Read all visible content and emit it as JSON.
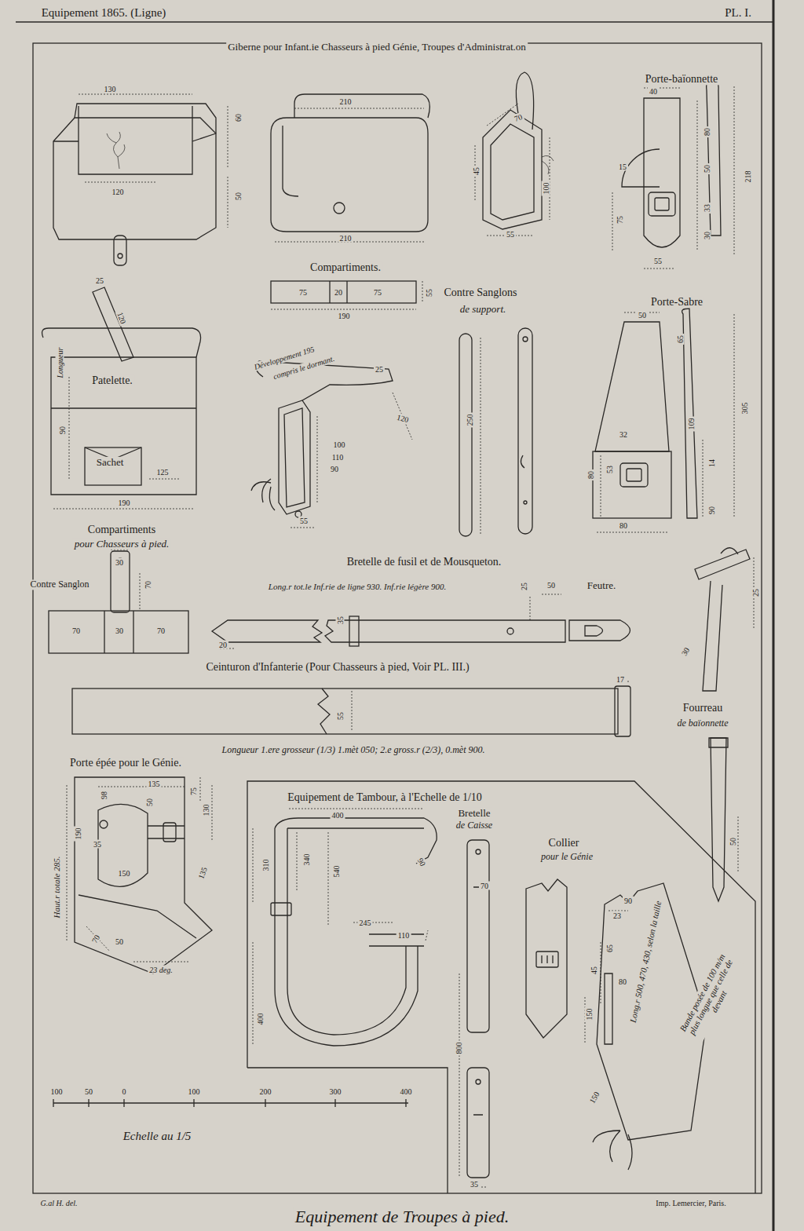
{
  "diagram": {
    "title": "Equipement 1865. (Ligne)",
    "caption": "Equipement de Troupes à pied.",
    "labels": [
      "PL. I.",
      "Giberne pour Infant.ie Chasseurs à pied Génie, Troupes d'Administrat.on",
      "Porte-baïonnette",
      "130",
      "60",
      "120",
      "50",
      "210",
      "210",
      "70",
      "45",
      "100",
      "55",
      "40",
      "80",
      "15",
      "50",
      "218",
      "33",
      "75",
      "30",
      "55",
      "Compartiments.",
      "75",
      "20",
      "75",
      "55",
      "190",
      "Contre Sanglons",
      "de support.",
      "Porte-Sabre",
      "25",
      "120",
      "Patelette.",
      "Longueur",
      "Sachet",
      "125",
      "90",
      "190",
      "Développement 195",
      "compris le dormant.",
      "25",
      "120",
      "100",
      "110",
      "90",
      "55",
      "250",
      "50",
      "65",
      "305",
      "109",
      "32",
      "53",
      "14",
      "80",
      "90",
      "80",
      "Compartiments",
      "pour Chasseurs à pied.",
      "30",
      "Contre Sanglon",
      "70",
      "70",
      "30",
      "70",
      "Bretelle de fusil et de Mousqueton.",
      "Long.r tot.le Inf.rie de ligne 930. Inf.rie légère 900.",
      "25",
      "50",
      "Feutre.",
      "35",
      "20",
      "25",
      "30",
      "Ceinturon d'Infanterie (Pour Chasseurs à pied, Voir PL. III.)",
      "17",
      "55",
      "Fourreau",
      "de baïonnette",
      "Longueur 1.ere grosseur (1/3) 1.mèt 050; 2.e gross.r (2/3), 0.mèt 900.",
      "50",
      "Porte épée pour le Génie.",
      "135",
      "75",
      "98",
      "50",
      "130",
      "190",
      "35",
      "Haut.r totale 285.",
      "150",
      "135",
      "70",
      "50",
      "23 deg.",
      "Equipement de Tambour, à l'Echelle de 1/10",
      "400",
      "310",
      "340",
      "540",
      "90",
      "245",
      "110",
      "400",
      "Bretelle",
      "de Caisse",
      "70",
      "800",
      "35",
      "Collier",
      "pour le Génie",
      "90",
      "23",
      "Long.r 500, 470, 430, selon la taille",
      "Bande posée de 100 m/m plus longue que celle de devant",
      "65",
      "45",
      "80",
      "150",
      "150",
      "100",
      "50",
      "0",
      "100",
      "200",
      "300",
      "400",
      "Echelle au 1/5",
      "G.al H. del.",
      "Imp. Lemercier, Paris."
    ]
  }
}
